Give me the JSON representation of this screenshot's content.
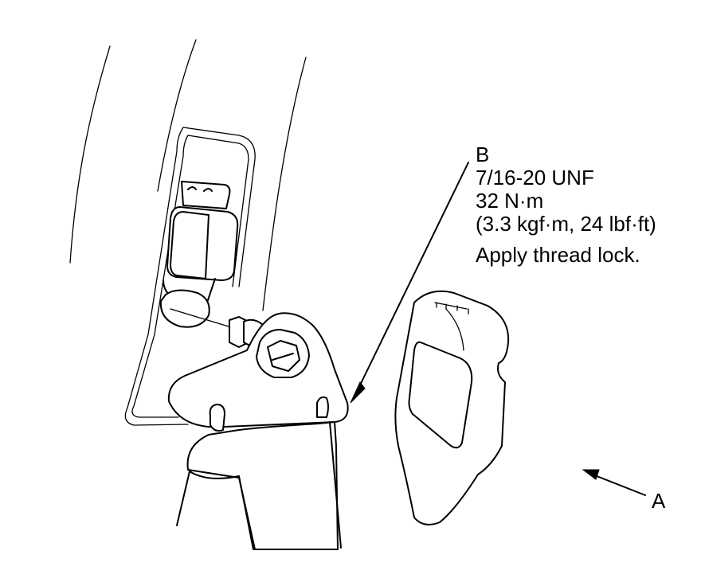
{
  "callouts": {
    "b": {
      "letter": "B",
      "spec": "7/16-20 UNF",
      "torque_nm": "32 N·m",
      "torque_alt": "(3.3 kgf·m, 24 lbf·ft)",
      "note": "Apply thread lock."
    },
    "a": {
      "letter": "A"
    }
  }
}
